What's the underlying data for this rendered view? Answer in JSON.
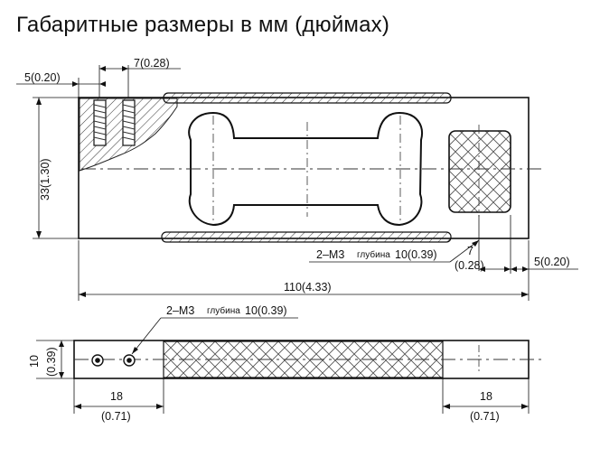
{
  "title": "Габаритные размеры в мм (дюймах)",
  "dimensions": {
    "d5_top": "5(0.20)",
    "d7_top": "7(0.28)",
    "d33": "33(1.30)",
    "m3_top_prefix": "2–M3",
    "m3_top_depth_word": "глубина",
    "m3_top_depth": "10(0.39)",
    "d7_right_a": "7",
    "d7_right_b": "(0.28)",
    "d5_right": "5(0.20)",
    "d110": "110(4.33)",
    "m3_bottom_prefix": "2–M3",
    "m3_bottom_depth_word": "глубина",
    "m3_bottom_depth": "10(0.39)",
    "d10_a": "10",
    "d10_b": "(0.39)",
    "d18_left_a": "18",
    "d18_left_b": "(0.71)",
    "d18_right_a": "18",
    "d18_right_b": "(0.71)"
  }
}
